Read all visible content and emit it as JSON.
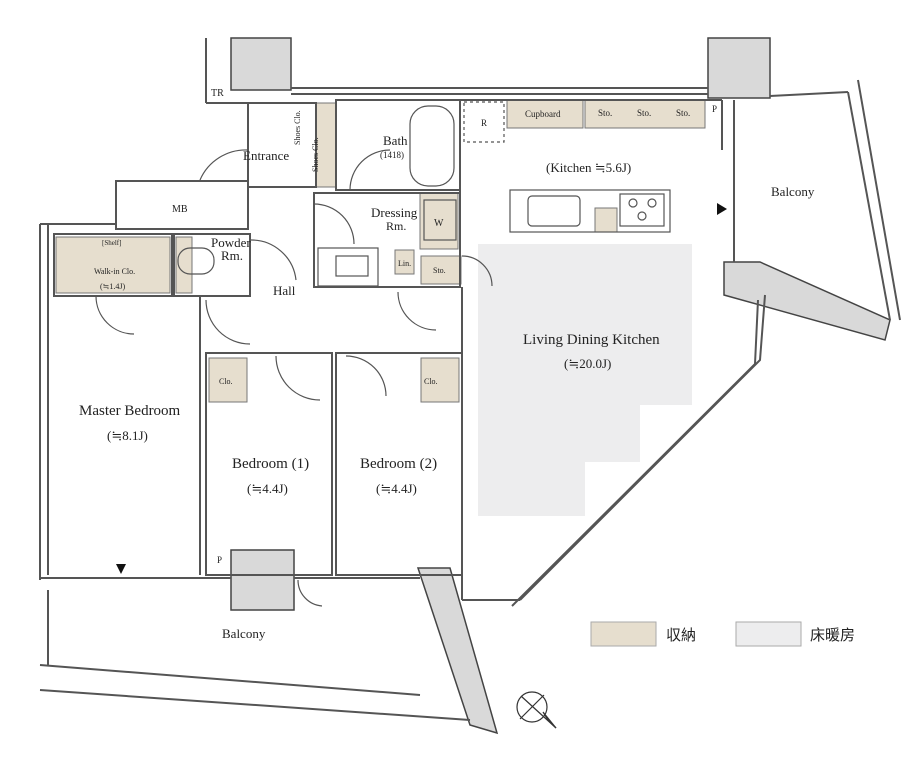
{
  "colors": {
    "storage": "#e6dece",
    "floor_heating": "#ededee",
    "wall": "#555555",
    "column": "#d9d9d9",
    "text": "#222222"
  },
  "rooms": {
    "tr": "TR",
    "entrance": "Entrance",
    "shoes1": "Shoes Clo.",
    "shoes2": "Shoes Clo.",
    "bath": "Bath",
    "bath_size": "(1418)",
    "mb": "MB",
    "dressing1": "Dressing",
    "dressing2": "Rm.",
    "washer": "W",
    "lin": "Lin.",
    "sto_small": "Sto.",
    "powder1": "Powder",
    "powder2": "Rm.",
    "shelf": "[Shelf]",
    "wic_name": "Walk-in Clo.",
    "wic_size": "(≒1.4J)",
    "hall": "Hall",
    "refrigerator": "R",
    "cupboard": "Cupboard",
    "sto1": "Sto.",
    "sto2": "Sto.",
    "sto3": "Sto.",
    "p_top": "P",
    "kitchen": "(Kitchen ≒5.6J)",
    "balcony_right": "Balcony",
    "ldk_name": "Living Dining Kitchen",
    "ldk_size": "(≒20.0J)",
    "clo1": "Clo.",
    "clo2": "Clo.",
    "master_name": "Master Bedroom",
    "master_size": "(≒8.1J)",
    "bed1_name": "Bedroom (1)",
    "bed1_size": "(≒4.4J)",
    "bed2_name": "Bedroom (2)",
    "bed2_size": "(≒4.4J)",
    "p_bottom": "P",
    "balcony_bottom": "Balcony"
  },
  "legend": {
    "storage_label": "収納",
    "floor_heating_label": "床暖房"
  },
  "icons": {
    "compass": "compass-icon",
    "entry_marker": "triangle-marker-icon"
  }
}
